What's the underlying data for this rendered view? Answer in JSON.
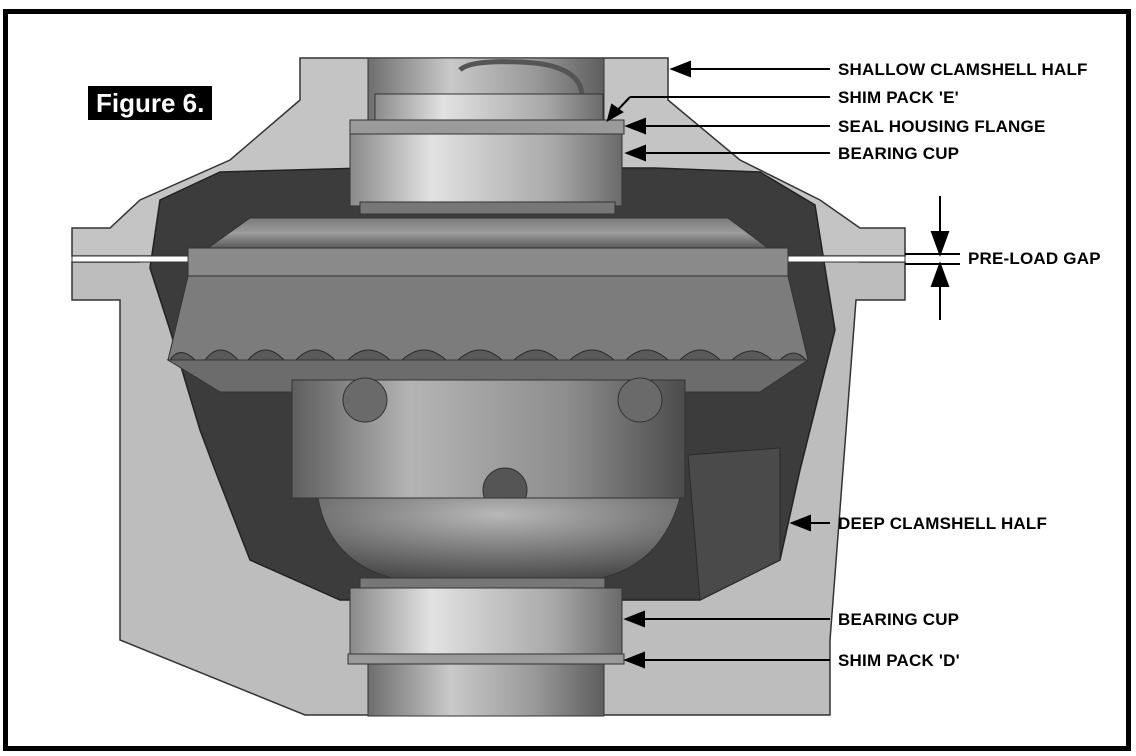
{
  "figure": {
    "title": "Figure 6."
  },
  "callouts": {
    "shallow_clamshell_half": "SHALLOW CLAMSHELL HALF",
    "shim_pack_e": "SHIM PACK 'E'",
    "seal_housing_flange": "SEAL HOUSING FLANGE",
    "bearing_cup_top": "BEARING CUP",
    "pre_load_gap": "PRE-LOAD GAP",
    "deep_clamshell_half": "DEEP CLAMSHELL HALF",
    "bearing_cup_bottom": "BEARING CUP",
    "shim_pack_d": "SHIM PACK 'D'"
  },
  "colors": {
    "housing": "#bdbdbd",
    "cavity": "#3c3c3c",
    "metal": "#8f8f8f",
    "ink": "#000000"
  }
}
